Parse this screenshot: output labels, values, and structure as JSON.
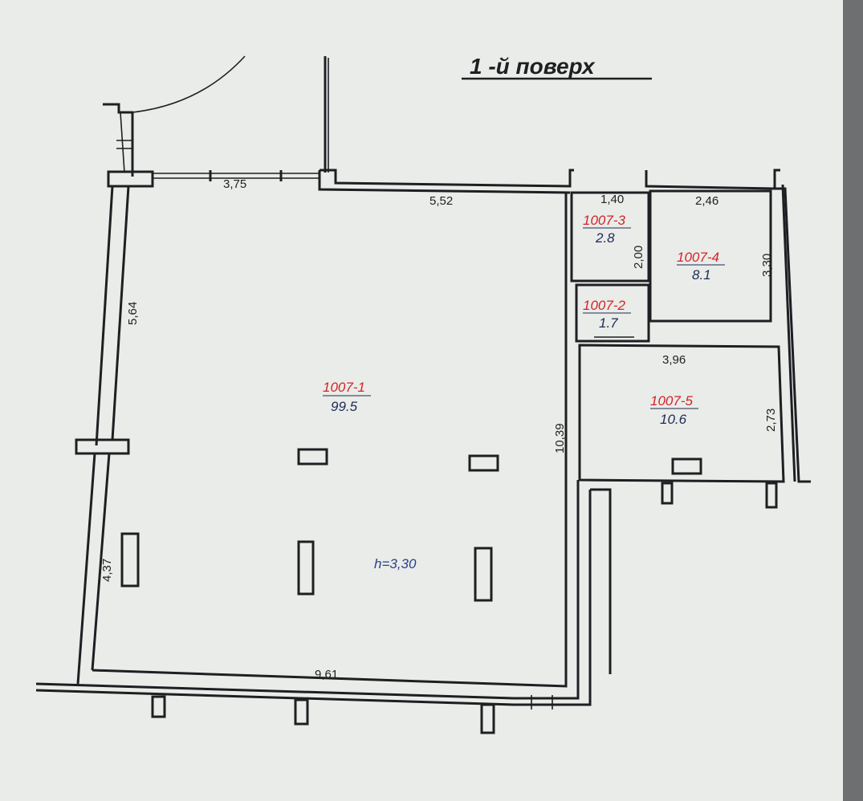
{
  "title": "1 -й поверх",
  "colors": {
    "code": "#d4232b",
    "area": "#1f2a55",
    "height": "#2b3d8f",
    "wall": "#1d1f22"
  },
  "rooms": [
    {
      "code": "1007-1",
      "area": "99.5"
    },
    {
      "code": "1007-2",
      "area": "1.7"
    },
    {
      "code": "1007-3",
      "area": "2.8"
    },
    {
      "code": "1007-4",
      "area": "8.1"
    },
    {
      "code": "1007-5",
      "area": "10.6"
    }
  ],
  "dimensions": {
    "top_window": "3,75",
    "top_wall": "5,52",
    "left_upper": "5,64",
    "left_lower": "4,37",
    "bottom": "9,61",
    "right_main": "10,39",
    "room3_width": "1,40",
    "room3_height": "2,00",
    "room4_width": "2,46",
    "room4_height": "3,30",
    "room5_width": "3,96",
    "room5_height": "2,73"
  },
  "ceiling_height": "h=3,30"
}
